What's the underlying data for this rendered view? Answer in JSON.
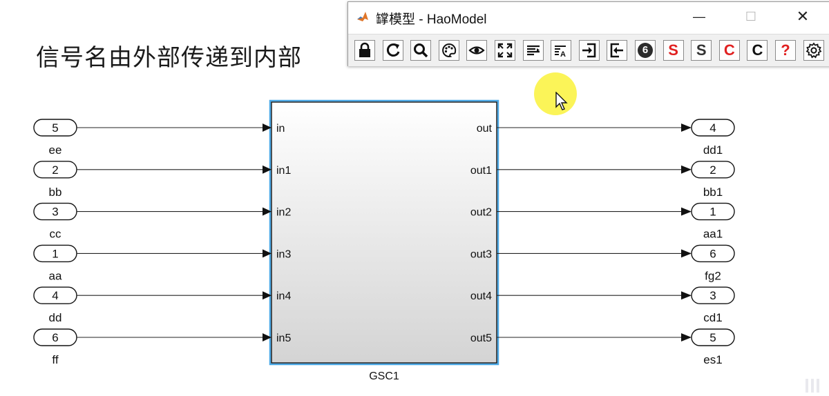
{
  "heading": "信号名由外部传递到内部",
  "window": {
    "title": "罉模型 - HaoModel",
    "minimize_glyph": "—",
    "maximize_glyph": "☐",
    "close_glyph": "✕"
  },
  "toolbar": {
    "buttons": [
      {
        "icon": "lock-icon",
        "glyph": "",
        "color": "#111111"
      },
      {
        "icon": "refresh-icon",
        "glyph": "",
        "color": "#111111"
      },
      {
        "icon": "magnifier-icon",
        "glyph": "",
        "color": "#111111"
      },
      {
        "icon": "palette-icon",
        "glyph": "",
        "color": "#111111"
      },
      {
        "icon": "eye-icon",
        "glyph": "",
        "color": "#111111"
      },
      {
        "icon": "expand-icon",
        "glyph": "",
        "color": "#111111"
      },
      {
        "icon": "align-left-icon",
        "glyph": "",
        "color": "#111111"
      },
      {
        "icon": "text-format-icon",
        "glyph": "",
        "color": "#111111"
      },
      {
        "icon": "signin-icon",
        "glyph": "",
        "color": "#111111"
      },
      {
        "icon": "signout-icon",
        "glyph": "",
        "color": "#111111"
      },
      {
        "icon": "number-six-icon",
        "glyph": "6",
        "color": "#ffffff"
      },
      {
        "icon": "red-s-icon",
        "glyph": "S",
        "color": "#e02020"
      },
      {
        "icon": "black-s-icon",
        "glyph": "S",
        "color": "#333333"
      },
      {
        "icon": "red-c-icon",
        "glyph": "C",
        "color": "#e02020"
      },
      {
        "icon": "black-c-icon",
        "glyph": "C",
        "color": "#111111"
      },
      {
        "icon": "help-icon",
        "glyph": "?",
        "color": "#e02020"
      },
      {
        "icon": "gear-icon",
        "glyph": "",
        "color": "#111111"
      }
    ]
  },
  "diagram": {
    "subsystem": {
      "name": "GSC1",
      "inputs": [
        "in",
        "in1",
        "in2",
        "in3",
        "in4",
        "in5"
      ],
      "outputs": [
        "out",
        "out1",
        "out2",
        "out3",
        "out4",
        "out5"
      ]
    },
    "inports": [
      {
        "number": "5",
        "label": "ee"
      },
      {
        "number": "2",
        "label": "bb"
      },
      {
        "number": "3",
        "label": "cc"
      },
      {
        "number": "1",
        "label": "aa"
      },
      {
        "number": "4",
        "label": "dd"
      },
      {
        "number": "6",
        "label": "ff"
      }
    ],
    "outports": [
      {
        "number": "4",
        "label": "dd1"
      },
      {
        "number": "2",
        "label": "bb1"
      },
      {
        "number": "1",
        "label": "aa1"
      },
      {
        "number": "6",
        "label": "fg2"
      },
      {
        "number": "3",
        "label": "cd1"
      },
      {
        "number": "5",
        "label": "es1"
      }
    ]
  },
  "colors": {
    "selection": "#4aa8e6",
    "highlight": "#fbf34a",
    "red_icon": "#e02020"
  }
}
